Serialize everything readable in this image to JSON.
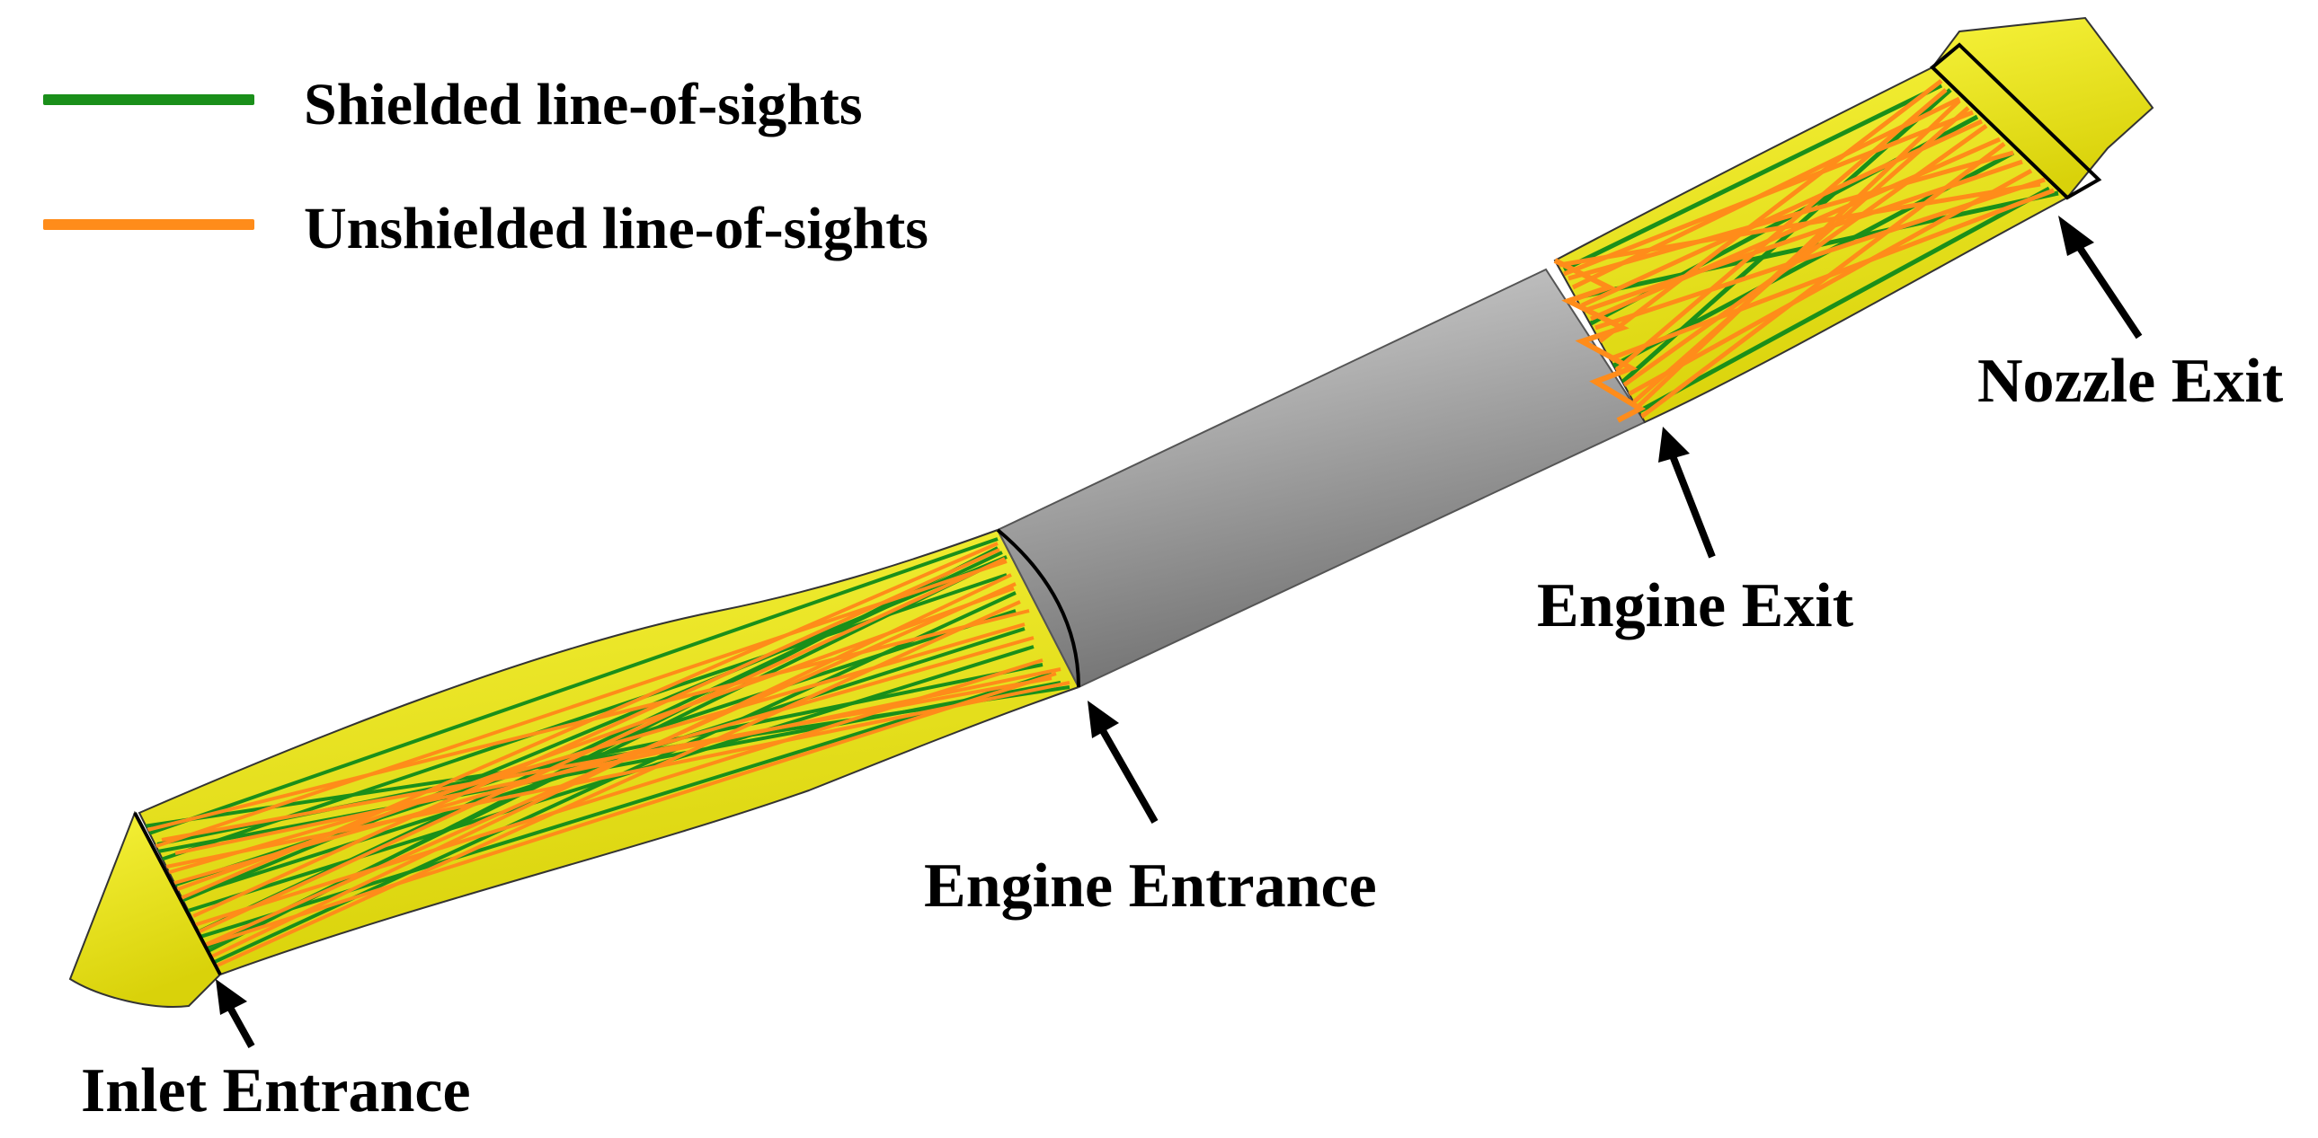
{
  "legend": {
    "shielded": {
      "label": "Shielded line-of-sights",
      "color": "#1a8f1a"
    },
    "unshielded": {
      "label": "Unshielded line-of-sights",
      "color": "#ff8c1a"
    }
  },
  "callouts": {
    "nozzle_exit": "Nozzle Exit",
    "engine_exit": "Engine Exit",
    "engine_entrance": "Engine Entrance",
    "inlet_entrance": "Inlet Entrance"
  },
  "colors": {
    "duct_surface": "#f2ee1a",
    "engine_core": "#a9a9a9"
  }
}
